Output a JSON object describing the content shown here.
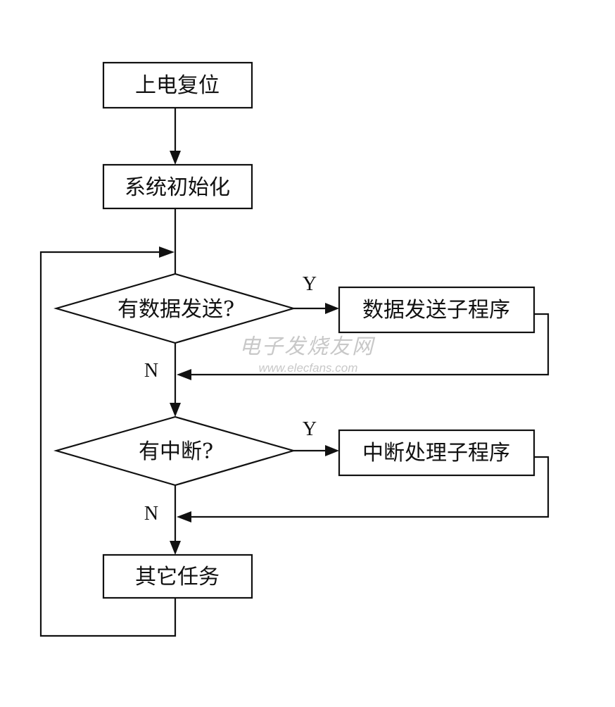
{
  "nodes": {
    "power_on_reset": "上电复位",
    "system_init": "系统初始化",
    "data_send_check": "有数据发送?",
    "data_send_subroutine": "数据发送子程序",
    "interrupt_check": "有中断?",
    "interrupt_subroutine": "中断处理子程序",
    "other_tasks": "其它任务"
  },
  "edge_labels": {
    "data_send_yes": "Y",
    "data_send_no": "N",
    "interrupt_yes": "Y",
    "interrupt_no": "N"
  },
  "watermark": {
    "logo": "电子发烧友网",
    "url": "www.elecfans.com"
  },
  "colors": {
    "line": "#111111",
    "background": "#ffffff",
    "watermark": "#c8c8c8"
  }
}
